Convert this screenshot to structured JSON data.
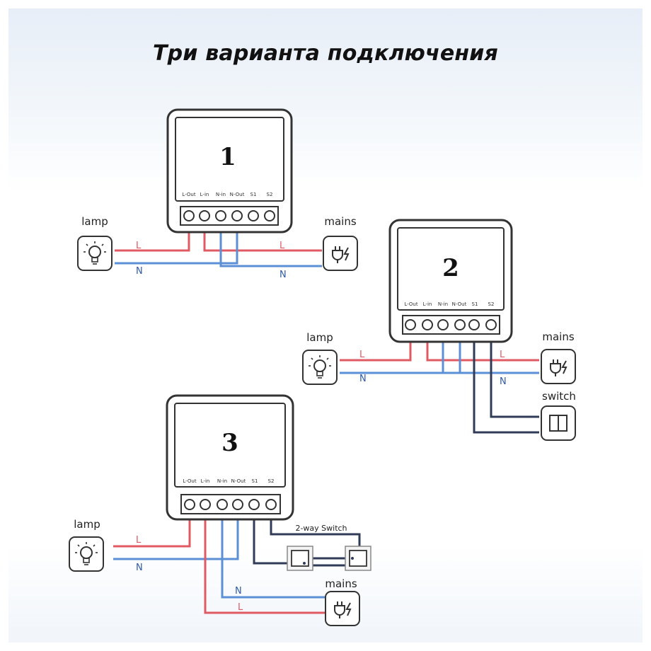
{
  "title": "Три варианта подключения",
  "terminals": [
    "L-Out",
    "L-in",
    "N-in",
    "N-Out",
    "S1",
    "S2"
  ],
  "diagrams": [
    {
      "number": "1",
      "lamp_label": "lamp",
      "mains_label": "mains",
      "wire_l": "L",
      "wire_n": "N"
    },
    {
      "number": "2",
      "lamp_label": "lamp",
      "mains_label": "mains",
      "switch_label": "switch",
      "wire_l": "L",
      "wire_n": "N"
    },
    {
      "number": "3",
      "lamp_label": "lamp",
      "mains_label": "mains",
      "switch_label": "2-way Switch",
      "wire_l": "L",
      "wire_n": "N"
    }
  ],
  "colors": {
    "live": "#e05a63",
    "neutral": "#5b8fd6",
    "switch_wire": "#2f3b57",
    "device": "#333333"
  },
  "icons": [
    "lamp-icon",
    "plug-icon",
    "switch-icon"
  ]
}
